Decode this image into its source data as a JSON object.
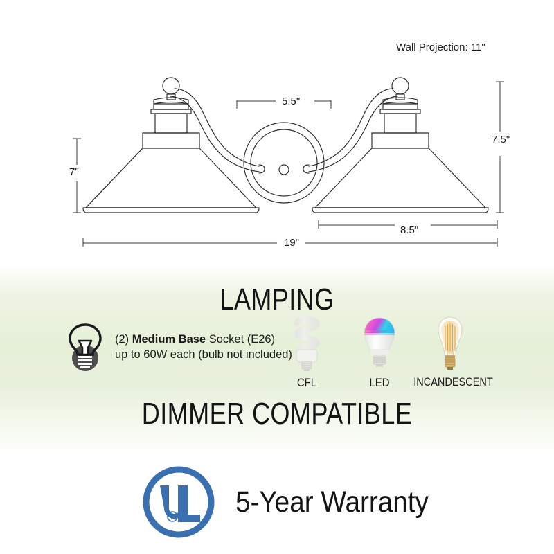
{
  "drawing": {
    "wall_projection_label": "Wall Projection: 11\"",
    "dimensions": {
      "center_width": "5.5\"",
      "fixture_height": "7.5\"",
      "shade_height": "7\"",
      "shade_width": "8.5\"",
      "overall_width": "19\""
    }
  },
  "lamping": {
    "heading": "LAMPING",
    "dimmer_heading": "DIMMER COMPATIBLE",
    "socket_icon": "light-bulb-icon",
    "socket_line1_prefix": "(2) ",
    "socket_line1_bold": "Medium Base",
    "socket_line1_suffix": " Socket (E26)",
    "socket_line2": "up to 60W each (bulb not included)",
    "bulbs": [
      {
        "label": "CFL",
        "icon": "cfl-bulb-icon"
      },
      {
        "label": "LED",
        "icon": "led-bulb-icon"
      },
      {
        "label": "INCANDESCENT",
        "icon": "incandescent-bulb-icon"
      }
    ]
  },
  "warranty": {
    "logo_icon": "ul-certification-logo",
    "logo_text": "UL",
    "logo_registered_mark": "®",
    "text": "5-Year Warranty",
    "logo_color": "#3a6fb0"
  }
}
